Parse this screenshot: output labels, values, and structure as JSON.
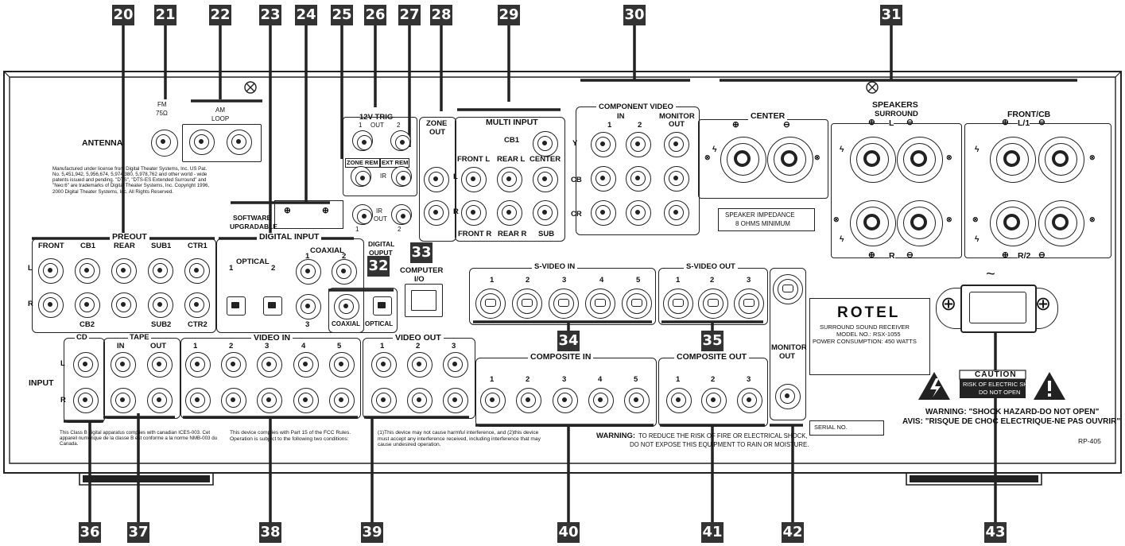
{
  "callouts_top": [
    "20",
    "21",
    "22",
    "23",
    "24",
    "25",
    "26",
    "27",
    "28",
    "29",
    "30",
    "31"
  ],
  "callouts_bottom": [
    "34",
    "35",
    "36",
    "37",
    "38",
    "39",
    "40",
    "41",
    "42",
    "43"
  ],
  "callouts_mid": [
    "32",
    "33"
  ],
  "antenna": {
    "label": "ANTENNA",
    "fm": "FM",
    "fm_ohm": "75Ω",
    "am": "AM",
    "am_loop": "LOOP"
  },
  "dts_notice": "Manufactured under license from Digital Theater Systems, Inc. US Pat. No. 5,451,942, 5,956,674, 5,974,380, 5,978,762 and other world - wide patents issued and pending. \"DTS\", \"DTS-ES Extended Surround\" and \"Neo:6\" are trademarks of Digital Theater Systems, Inc. Copyright 1996, 2000 Digital Theater Systems, Inc. All Rights Reserved.",
  "trigger": {
    "label": "12V TRIG",
    "out": "OUT",
    "n1": "1",
    "n2": "2",
    "zone_rem": "ZONE REM",
    "ext_rem": "EXT REM",
    "ir": "IR"
  },
  "ir_out": {
    "label_ir": "IR",
    "label_out": "OUT",
    "n1": "1",
    "n2": "2"
  },
  "software": {
    "line1": "SOFTWARE",
    "line2": "UPGRADABLE"
  },
  "zone_out": {
    "line1": "ZONE",
    "line2": "OUT",
    "l": "L",
    "r": "R"
  },
  "multi_input": {
    "title": "MULTI INPUT",
    "cb1": "CB1",
    "front_l": "FRONT L",
    "rear_l": "REAR L",
    "center": "CENTER",
    "front_r": "FRONT R",
    "rear_r": "REAR R",
    "sub": "SUB"
  },
  "component_video": {
    "title": "COMPONENT VIDEO",
    "in": "IN",
    "n1": "1",
    "n2": "2",
    "monitor": "MONITOR",
    "out": "OUT",
    "y": "Y",
    "cb": "CB",
    "cr": "CR"
  },
  "speakers": {
    "center": "CENTER",
    "title": "SPEAKERS",
    "surround": "SURROUND",
    "front_cb": "FRONT/CB",
    "l": "L",
    "r": "R",
    "l1": "L/1",
    "r2": "R/2",
    "impedance_line1": "SPEAKER  IMPEDANCE",
    "impedance_line2": "8 OHMS  MINIMUM"
  },
  "preout": {
    "title": "PREOUT",
    "top": [
      "FRONT",
      "CB1",
      "REAR",
      "SUB1",
      "CTR1"
    ],
    "bottom": [
      "CB2",
      "SUB2",
      "CTR2"
    ],
    "l": "L",
    "r": "R"
  },
  "digital_input": {
    "title": "DIGITAL INPUT",
    "optical": "OPTICAL",
    "o1": "1",
    "o2": "2",
    "coaxial": "COAXIAL",
    "c1": "1",
    "c2": "2",
    "c3": "3"
  },
  "digital_output": {
    "line1": "DIGITAL",
    "line2": "OUPUT",
    "coaxial": "COAXIAL",
    "optical": "OPTICAL"
  },
  "computer": {
    "line1": "COMPUTER",
    "line2": "I/O"
  },
  "svideo_in": {
    "title": "S-VIDEO IN",
    "nums": [
      "1",
      "2",
      "3",
      "4",
      "5"
    ]
  },
  "svideo_out": {
    "title": "S-VIDEO OUT",
    "nums": [
      "1",
      "2",
      "3"
    ]
  },
  "monitor_out": {
    "line1": "MONITOR",
    "line2": "OUT"
  },
  "brand": {
    "logo": "ROTEL",
    "line1": "SURROUND SOUND RECEIVER",
    "line2": "MODEL NO.: RSX-1055",
    "line3": "POWER CONSUMPTION: 450 WATTS"
  },
  "input": {
    "label": "INPUT",
    "cd": "CD",
    "tape": "TAPE",
    "tape_in": "IN",
    "tape_out": "OUT",
    "l": "L",
    "r": "R"
  },
  "video_in": {
    "title": "VIDEO IN",
    "nums": [
      "1",
      "2",
      "3",
      "4",
      "5"
    ]
  },
  "video_out": {
    "title": "VIDEO OUT",
    "nums": [
      "1",
      "2",
      "3"
    ]
  },
  "composite_in": {
    "title": "COMPOSITE IN",
    "nums": [
      "1",
      "2",
      "3",
      "4",
      "5"
    ]
  },
  "composite_out": {
    "title": "COMPOSITE OUT",
    "nums": [
      "1",
      "2",
      "3"
    ]
  },
  "ac": {
    "symbol": "~"
  },
  "caution": {
    "title": "CAUTION",
    "line1": "RISK OF ELECTRIC SHOCK",
    "line2": "DO NOT OPEN",
    "warning": "WARNING: \"SHOCK HAZARD-DO NOT OPEN\"",
    "avis": "AVIS: \"RISQUE DE CHOC ELECTRIQUE-NE PAS OUVRIR\""
  },
  "serial": "SERIAL NO.",
  "model_code": "RP-405",
  "ices_notice": "This Class B digital apparatus complies with canadian ICES-003. Cet appareil numerique de la classe B est conforme a la norme NMB-003 du Canada.",
  "fcc_notice_1": "This device complies with Part 15 of the FCC Rules. Operation is subject to the following two conditions:",
  "fcc_notice_2": "(1)This device may not cause harmful interference, and (2)this device must accept any interference received, including interference that may cause undesired operation.",
  "warning_fire": {
    "prefix": "WARNING:",
    "line1": "TO REDUCE THE RISK OF FIRE OR ELECTRICAL SHOCK,",
    "line2": "DO NOT EXPOSE THIS EQUIPMENT TO RAIN OR MOISTURE."
  }
}
